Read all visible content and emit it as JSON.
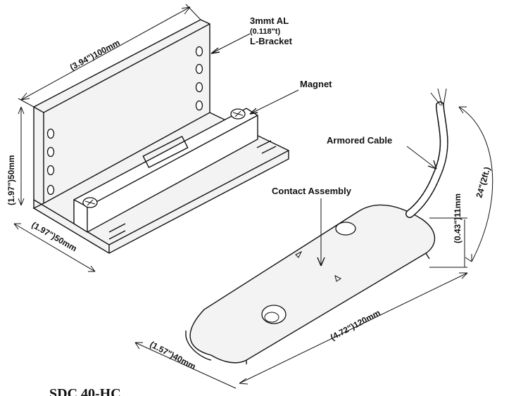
{
  "labels": {
    "bracket": [
      "3mmt AL",
      "(0.118\"t)",
      "L-Bracket"
    ],
    "magnet": "Magnet",
    "armored_cable": "Armored Cable",
    "contact_assembly": "Contact Assembly"
  },
  "dimensions": {
    "bracket_length": "(3.94\")100mm",
    "bracket_height": "(1.97\")50mm",
    "bracket_depth": "(1.97\")50mm",
    "cable_length": "24\"(2ft.)",
    "contact_height": "(0.43\")11mm",
    "contact_length": "(4.72\")120mm",
    "contact_width": "(1.57\")40mm"
  },
  "footer": {
    "partial_text": "SDC 40-HC"
  }
}
